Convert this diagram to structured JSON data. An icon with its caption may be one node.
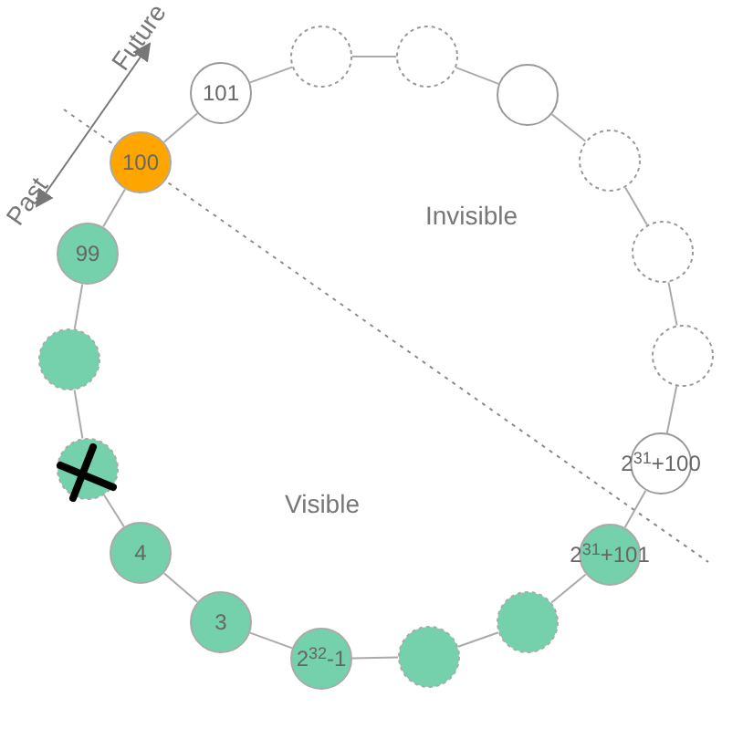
{
  "diagram": {
    "nodes": [
      {
        "text": [
          "101"
        ]
      },
      {
        "text": [],
        "shape": "circle"
      },
      {
        "text": [],
        "shape": "circle"
      },
      {
        "text": [],
        "shape": "circle"
      },
      {
        "text": [],
        "shape": "circle"
      },
      {
        "text": [],
        "shape": "circle"
      },
      {
        "text": [],
        "shape": "circle"
      },
      {
        "text": [
          "2$^{31}$+100"
        ]
      },
      {
        "text": [
          "2$^{31}$+101"
        ]
      },
      {
        "text": [],
        "shape": "circle"
      },
      {
        "text": [],
        "shape": "circle"
      },
      {
        "text": [
          "2$^{32}$-1"
        ]
      },
      {
        "text": [
          "3"
        ]
      },
      {
        "text": [
          "4"
        ]
      },
      {
        "text": [],
        "shape": "circle"
      },
      {
        "text": [],
        "shape": "circle"
      },
      {
        "text": [
          "99"
        ]
      },
      {
        "text": [
          "100"
        ]
      }
    ],
    "edges": [
      {
        "from": 0,
        "to": 1,
        "arrow": "none"
      },
      {
        "from": 1,
        "to": 2,
        "arrow": "none"
      },
      {
        "from": 2,
        "to": 3,
        "arrow": "none"
      },
      {
        "from": 3,
        "to": 4,
        "arrow": "none"
      },
      {
        "from": 4,
        "to": 5,
        "arrow": "none"
      },
      {
        "from": 5,
        "to": 6,
        "arrow": "none"
      },
      {
        "from": 6,
        "to": 7,
        "arrow": "none"
      },
      {
        "from": 7,
        "to": 8,
        "arrow": "none"
      },
      {
        "from": 8,
        "to": 9,
        "arrow": "none"
      },
      {
        "from": 9,
        "to": 10,
        "arrow": "none"
      },
      {
        "from": 10,
        "to": 11,
        "arrow": "none"
      },
      {
        "from": 11,
        "to": 12,
        "arrow": "none"
      },
      {
        "from": 12,
        "to": 13,
        "arrow": "none"
      },
      {
        "from": 13,
        "to": 14,
        "arrow": "none"
      },
      {
        "from": 14,
        "to": 15,
        "arrow": "none"
      },
      {
        "from": 15,
        "to": 16,
        "arrow": "none"
      },
      {
        "from": 16,
        "to": 17,
        "arrow": "none"
      },
      {
        "from": 17,
        "to": 0,
        "arrow": "none"
      }
    ],
    "labels": [
      "Future",
      "Past",
      "Invisible",
      "Visible"
    ]
  }
}
